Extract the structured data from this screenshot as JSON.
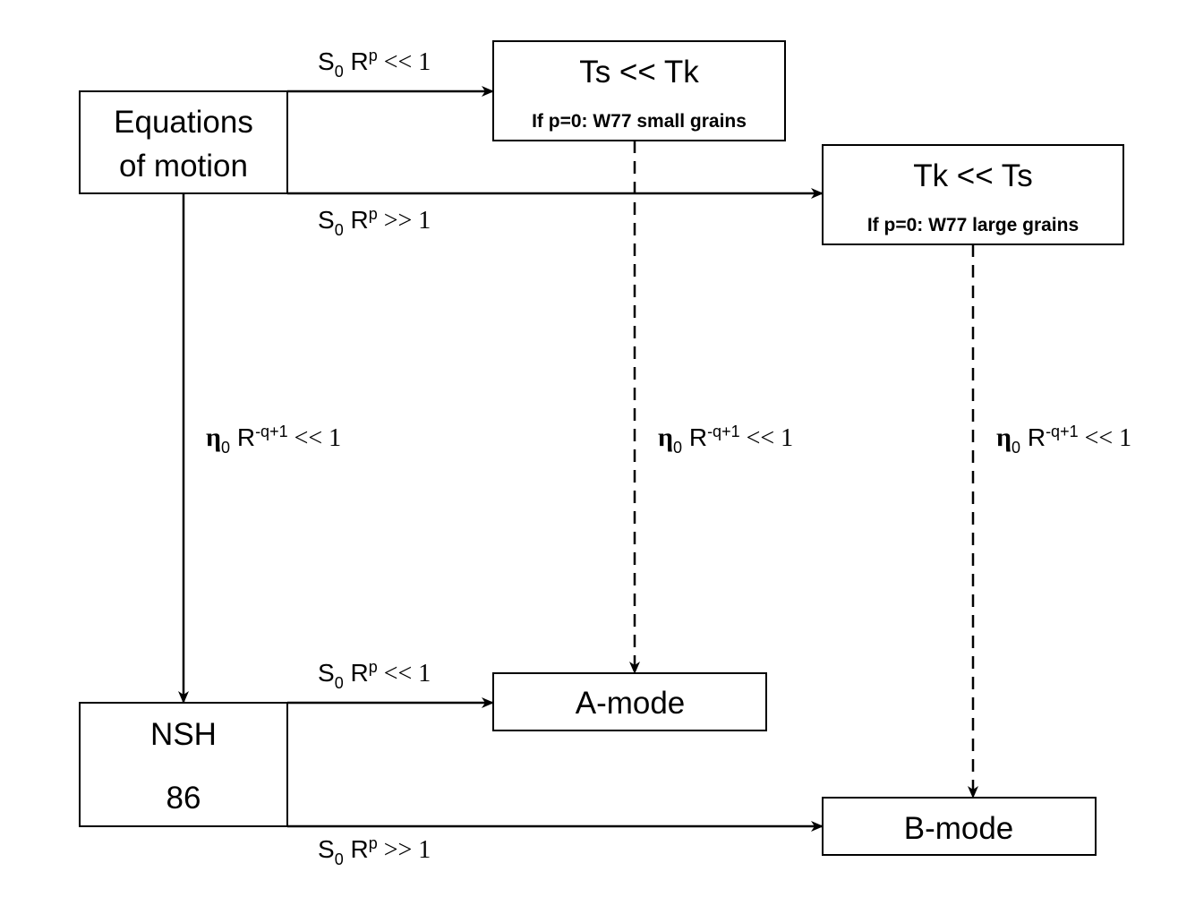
{
  "boxes": {
    "equations": {
      "line1": "Equations",
      "line2": "of motion"
    },
    "ts_tk": {
      "title": "Ts << Tk",
      "subtitle": "If p=0: W77 small grains"
    },
    "tk_ts": {
      "title": "Tk << Ts",
      "subtitle": "If p=0: W77 large grains"
    },
    "nsh": {
      "line1": "NSH",
      "line2": "86"
    },
    "a_mode": {
      "label": "A-mode"
    },
    "b_mode": {
      "label": "B-mode"
    }
  },
  "conditions": {
    "s_small": {
      "S": "S",
      "sub": "0",
      "R": " R",
      "sup": "p",
      "rel": " << 1"
    },
    "s_large": {
      "S": "S",
      "sub": "0",
      "R": " R",
      "sup": "p",
      "rel": " >> 1"
    },
    "eta_small": {
      "eta": "η",
      "sub": "0",
      "R": " R",
      "sup": "-q+1",
      "rel": " << 1"
    }
  }
}
